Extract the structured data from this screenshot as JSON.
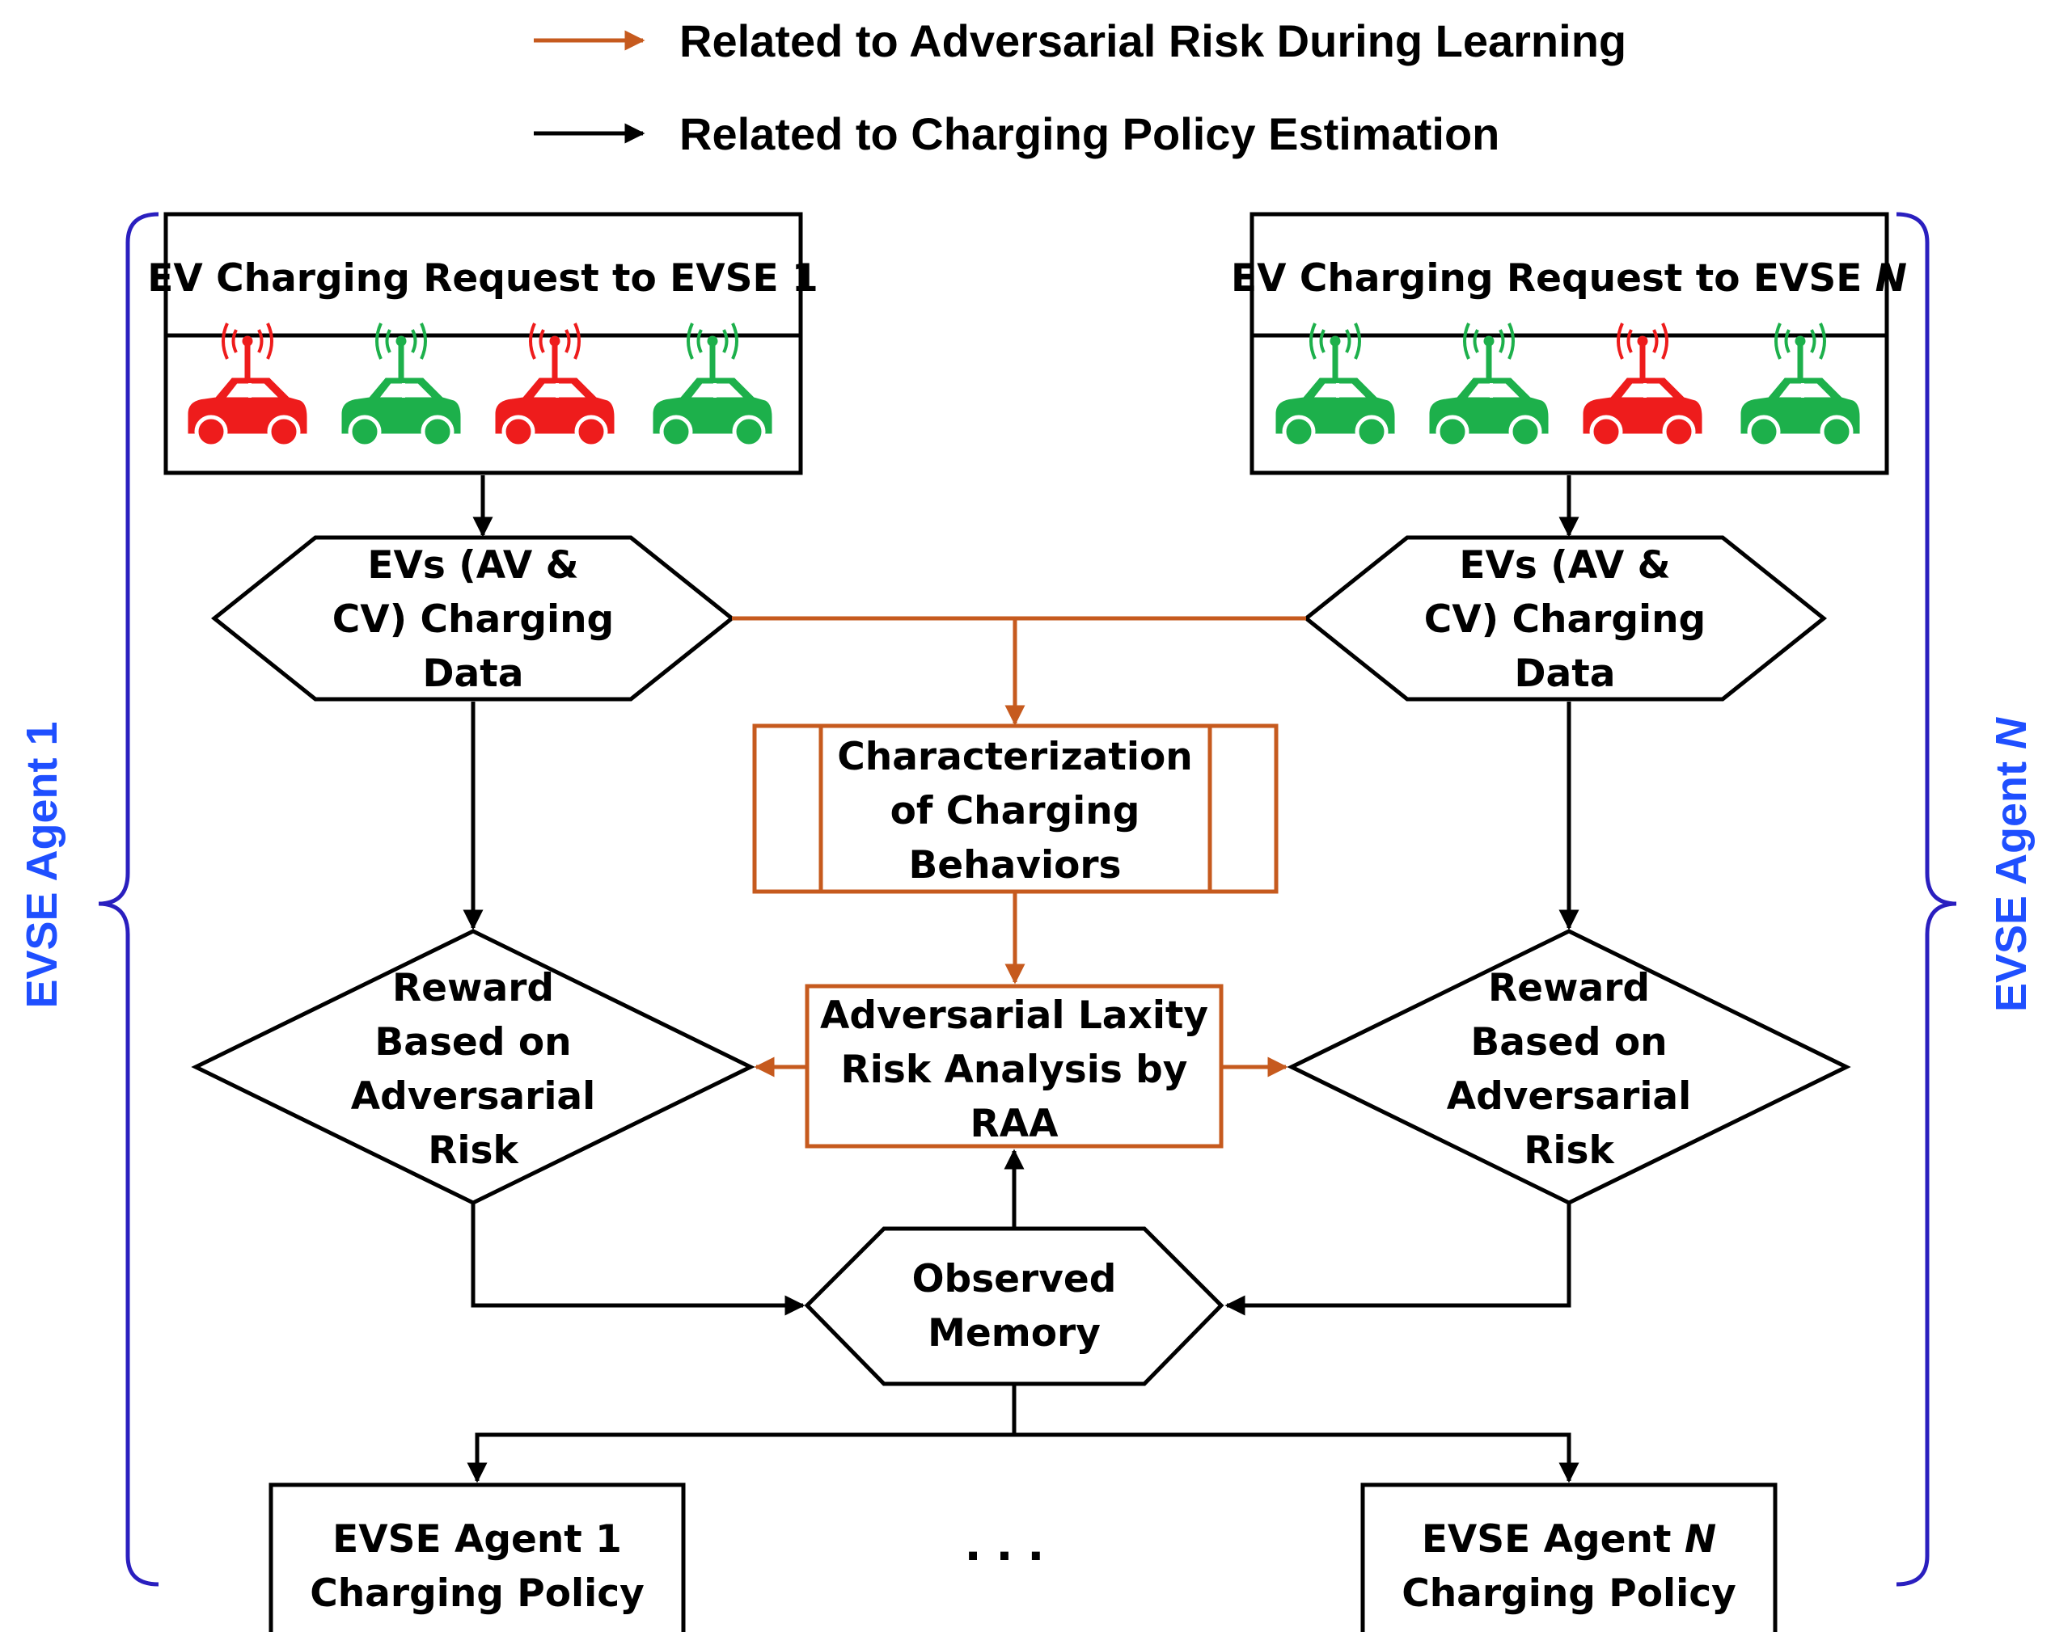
{
  "legend": {
    "orange_label": "Related to Adversarial Risk During Learning",
    "black_label": "Related to Charging Policy Estimation",
    "orange_color": "#c65a1e",
    "black_color": "#000000"
  },
  "request_left": {
    "title_main": "EV Charging Request to EVSE 1",
    "title_em": ""
  },
  "request_right": {
    "title_main": "EV Charging Request to EVSE ",
    "title_em": "N"
  },
  "cars": {
    "left": [
      "red",
      "green",
      "red",
      "green"
    ],
    "right": [
      "green",
      "green",
      "red",
      "green"
    ],
    "colors": {
      "red": "#ee1c1c",
      "green": "#1db04b"
    }
  },
  "data_hex": {
    "line1": "EVs (AV &",
    "line2": "CV) Charging",
    "line3": "Data"
  },
  "characterization": {
    "line1": "Characterization",
    "line2": "of Charging",
    "line3": "Behaviors"
  },
  "raa": {
    "line1": "Adversarial Laxity",
    "line2": "Risk Analysis by",
    "line3": "RAA"
  },
  "reward": {
    "line1": "Reward",
    "line2": "Based on",
    "line3": "Adversarial",
    "line4": "Risk"
  },
  "memory": {
    "line1": "Observed",
    "line2": "Memory"
  },
  "policy_left": {
    "line1": "EVSE Agent 1",
    "line2": "Charging Policy"
  },
  "policy_right": {
    "line1_main": "EVSE Agent ",
    "line1_em": "N",
    "line2": "Charging Policy"
  },
  "ellipsis": ". . .",
  "agent_left": {
    "main": "EVSE Agent 1",
    "em": ""
  },
  "agent_right": {
    "main": "EVSE Agent ",
    "em": "N"
  }
}
